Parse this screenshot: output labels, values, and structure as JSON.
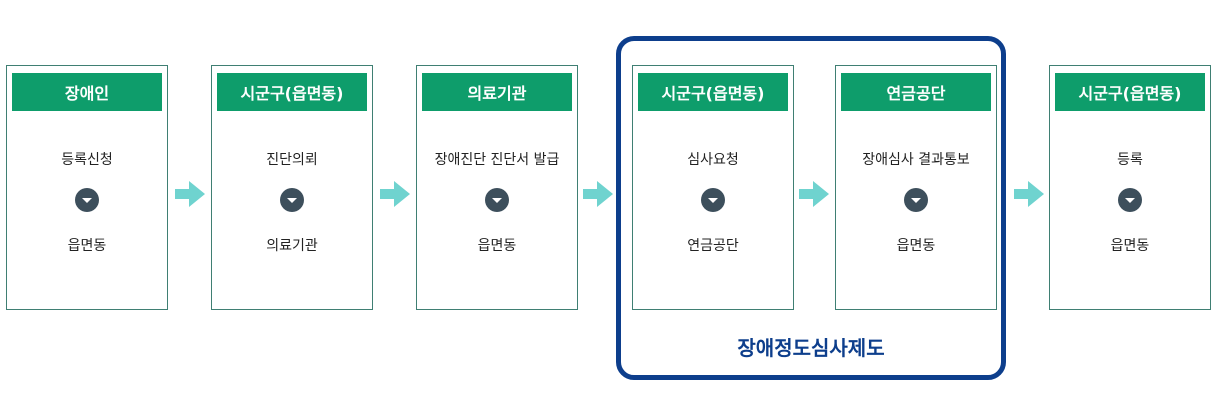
{
  "colors": {
    "title_bg": "#0e9d6b",
    "box_border": "#3f7f73",
    "arrow": "#6fd3cf",
    "circle": "#3d4f5c",
    "highlight": "#0d3e8c"
  },
  "boxes": [
    {
      "title": "장애인",
      "step": "등록신청",
      "next": "읍면동"
    },
    {
      "title": "시군구(읍면동)",
      "step": "진단의뢰",
      "next": "의료기관"
    },
    {
      "title": "의료기관",
      "step": "장애진단 진단서 발급",
      "next": "읍면동"
    },
    {
      "title": "시군구(읍면동)",
      "step": "심사요청",
      "next": "연금공단"
    },
    {
      "title": "연금공단",
      "step": "장애심사 결과통보",
      "next": "읍면동"
    },
    {
      "title": "시군구(읍면동)",
      "step": "등록",
      "next": "읍면동"
    }
  ],
  "highlight": {
    "label": "장애정도심사제도"
  },
  "icons": {
    "flow": "right-arrow-icon",
    "down": "chevron-down-circle-icon"
  }
}
